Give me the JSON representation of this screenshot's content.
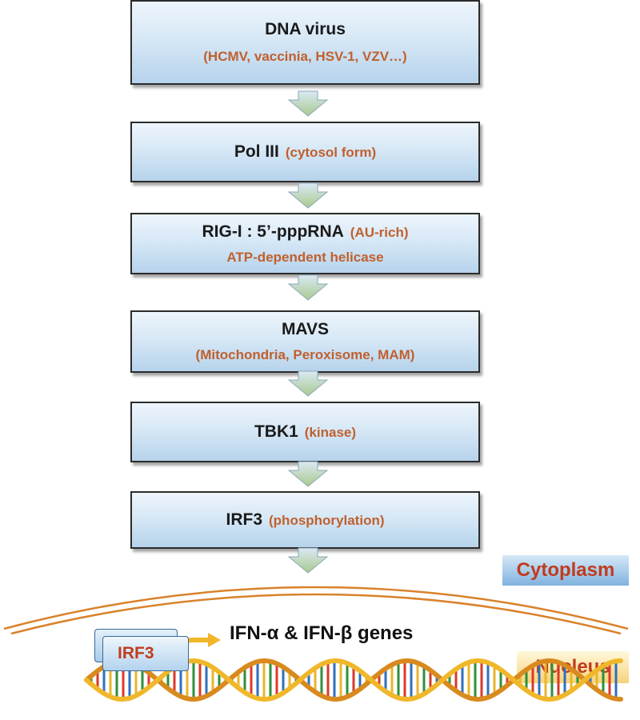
{
  "boxes": [
    {
      "title": "DNA virus",
      "subtitle": "(HCMV, vaccinia, HSV-1, VZV…)"
    },
    {
      "title": "Pol III",
      "title_note": "(cytosol form)"
    },
    {
      "title": "RIG-I : 5’-pppRNA",
      "title_note": "(AU-rich)",
      "subtitle": "ATP-dependent helicase"
    },
    {
      "title": "MAVS",
      "subtitle": "(Mitochondria,   Peroxisome, MAM)"
    },
    {
      "title": "TBK1",
      "title_note": "(kinase)"
    },
    {
      "title": "IRF3",
      "title_note": "(phosphorylation)"
    }
  ],
  "compartments": {
    "cytoplasm": "Cytoplasm",
    "nucleus": "Nucleus"
  },
  "nucleus": {
    "irf3_label": "IRF3",
    "genes_label": "IFN-α & IFN-β genes"
  },
  "colors": {
    "accent_text": "#c0602e",
    "label_red": "#c03c1e",
    "box_blue": "#b6d3ec",
    "arrow_green": "#a9c98c",
    "membrane": "#d9822b",
    "dna_yellow": "#f0b72a"
  }
}
